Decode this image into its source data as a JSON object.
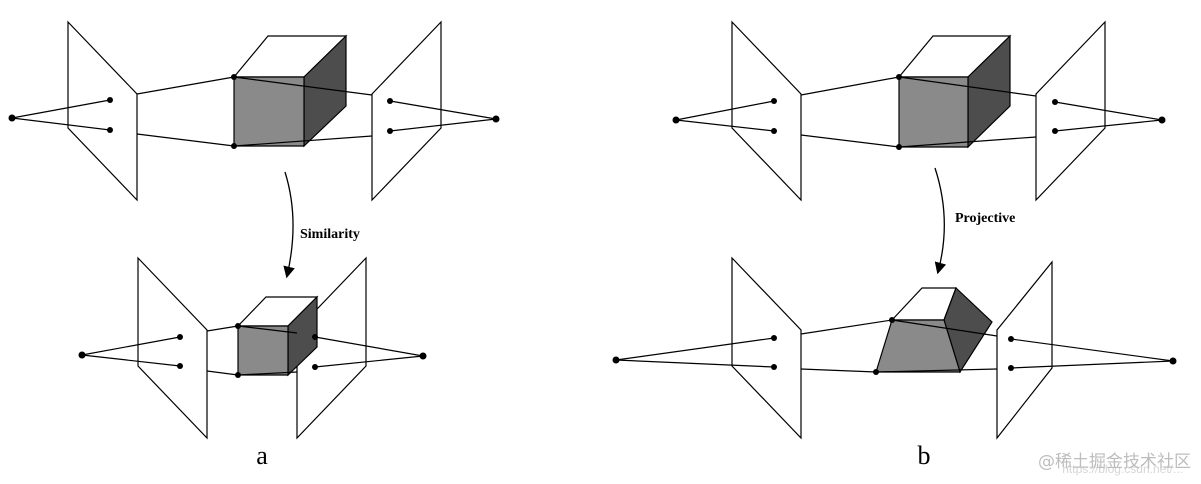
{
  "panels": [
    {
      "label": "a",
      "transform_label": "Similarity"
    },
    {
      "label": "b",
      "transform_label": "Projective"
    }
  ],
  "watermark": {
    "text": "@稀土掘金技术社区",
    "url": "https://blog.csdn.net/..."
  },
  "colors": {
    "stroke": "#000000",
    "cube_front": "#8a8a8a",
    "cube_side": "#4d4d4d",
    "cube_top": "#ffffff"
  }
}
